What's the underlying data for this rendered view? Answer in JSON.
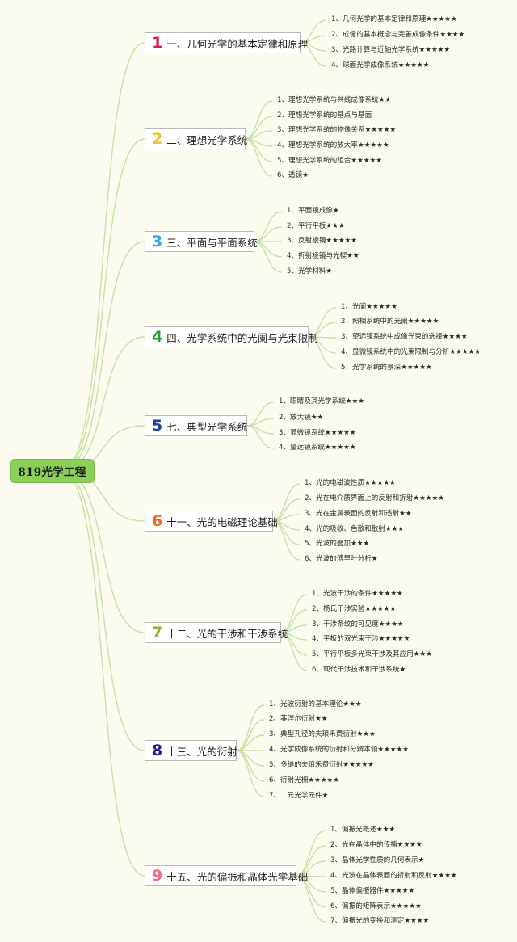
{
  "root": {
    "label": "819光学工程"
  },
  "branches": [
    {
      "num": "1",
      "color": "#e0214a",
      "label": "一、几何光学的基本定律和原理",
      "items": [
        "1、几何光学的基本定律和原理★★★★★",
        "2、成像的基本概念与完善成像条件★★★★",
        "3、光路计算与近轴光学系统★★★★★",
        "4、球面光学成像系统★★★★★"
      ]
    },
    {
      "num": "2",
      "color": "#f2c12e",
      "label": "二、理想光学系统",
      "items": [
        "1、理想光学系统与共线成像系统★★",
        "2、理想光学系统的基点与基面",
        "3、理想光学系统的物像关系★★★★★",
        "4、理想光学系统的放大率★★★★★",
        "5、理想光学系统的组合★★★★★",
        "6、透镜★"
      ]
    },
    {
      "num": "3",
      "color": "#3aa3e0",
      "label": "三、平面与平面系统",
      "items": [
        "1、平面镜成像★",
        "2、平行平板★★★",
        "3、反射棱镜★★★★★",
        "4、折射棱镜与光楔★★",
        "5、光学材料★"
      ]
    },
    {
      "num": "4",
      "color": "#2e9b3e",
      "label": "四、光学系统中的光阑与光束限制",
      "items": [
        "1、光阑★★★★★",
        "2、照相系统中的光阑★★★★★",
        "3、望远镜系统中成像光束的选择★★★★",
        "4、显微镜系统中的光束限制与分析★★★★★",
        "5、光学系统的景深★★★★★"
      ]
    },
    {
      "num": "5",
      "color": "#233f9a",
      "label": "七、典型光学系统",
      "items": [
        "1、眼睛及其光学系统★★★",
        "2、放大镜★★",
        "3、显微镜系统★★★★★",
        "4、望远镜系统★★★★★"
      ]
    },
    {
      "num": "6",
      "color": "#ef6a20",
      "label": "十一、光的电磁理论基础",
      "items": [
        "1、光的电磁波性质★★★★★",
        "2、光在电介质界面上的反射和折射★★★★★",
        "3、光在金属表面的反射和透射★★",
        "4、光的吸收、色散和散射★★★",
        "5、光波的叠加★★★",
        "6、光波的傅里叶分析★"
      ]
    },
    {
      "num": "7",
      "color": "#8fb52b",
      "label": "十二、光的干涉和干涉系统",
      "items": [
        "1、光波干涉的条件★★★★★",
        "2、杨氏干涉实验★★★★★",
        "3、干涉条纹的可见度★★★★",
        "4、平板的双光束干涉★★★★★",
        "5、平行平板多光束干涉及其应用★★★",
        "6、现代干涉技术和干涉系统★"
      ]
    },
    {
      "num": "8",
      "color": "#2a1f8a",
      "label": "十三、光的衍射",
      "items": [
        "1、光波衍射的基本理论★★★",
        "2、菲涅尔衍射★★",
        "3、典型孔径的夫琅禾费衍射★★★",
        "4、光学成像系统的衍射和分辨本领★★★★★",
        "5、多缝的夫琅禾费衍射★★★★★",
        "6、衍射光栅★★★★★",
        "7、二元光学元件★"
      ]
    },
    {
      "num": "9",
      "color": "#f26a82",
      "label": "十五、光的偏振和晶体光学基础",
      "items": [
        "1、偏振光概述★★★",
        "2、光在晶体中的传播★★★★",
        "3、晶体光学性质的几何表示★",
        "4、光波在晶体表面的折射和反射★★★★",
        "5、晶体偏振器件★★★★★",
        "6、偏振的矩阵表示★★★★★",
        "7、偏振光的变换和测定★★★★"
      ]
    }
  ]
}
